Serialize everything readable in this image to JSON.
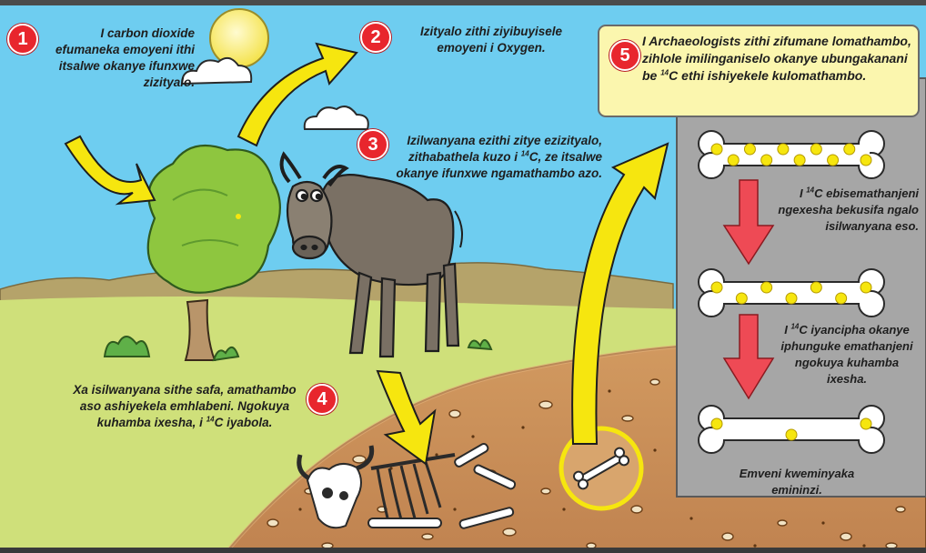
{
  "steps": [
    {
      "num": "1",
      "pre": "I ",
      "bold": "carbon dioxide",
      "post": " efumaneka emoyeni ithi itsalwe okanye ifunxwe zizityalo."
    },
    {
      "num": "2",
      "pre": "Izityalo zithi ziyibuyisele emoyeni i ",
      "bold": "Oxygen",
      "post": "."
    },
    {
      "num": "3",
      "pre": "Izilwanyana ezithi zitye ezizityalo, zithabathela kuzo i ",
      "c14": "C",
      "post": ", ze itsalwe okanye ifunxwe ngamathambo azo."
    },
    {
      "num": "4",
      "pre": "Xa isilwanyana sithe safa, amathambo aso ashiyekela emhlabeni. Ngokuya kuhamba ixesha, i ",
      "c14": "C",
      "post": " iyabola."
    },
    {
      "num": "5",
      "pre": "I Archaeologists zithi zifumane lomathambo, zihlole imilinganiselo okanye ubungakanani be ",
      "c14": "C",
      "post": " ethi ishiyekele kulomathambo."
    }
  ],
  "isotope_sup": "14",
  "bone_marker": "14C",
  "panel_notes": [
    {
      "pre": "I ",
      "c14": "C",
      "post": " ebisemathanjeni ngexesha bekusifa ngalo isilwanyana eso."
    },
    {
      "pre": "I ",
      "c14": "C",
      "post": " iyancipha okanye iphunguke emathanjeni ngokuya kuhamba ixesha."
    },
    {
      "pre": "Emveni kweminyaka emininzi.",
      "c14": "",
      "post": ""
    }
  ],
  "bones": [
    {
      "markers": 10
    },
    {
      "markers": 7
    },
    {
      "markers": 3
    }
  ],
  "colors": {
    "sky": "#6ecdf0",
    "ground": "#cfe07a",
    "soil": "#c98f55",
    "arrow_yellow": "#f6e60f",
    "arrow_red": "#ee4a55",
    "badge_red": "#e8262d",
    "callout": "#fbf6ae",
    "panel": "#a6a6a6"
  }
}
